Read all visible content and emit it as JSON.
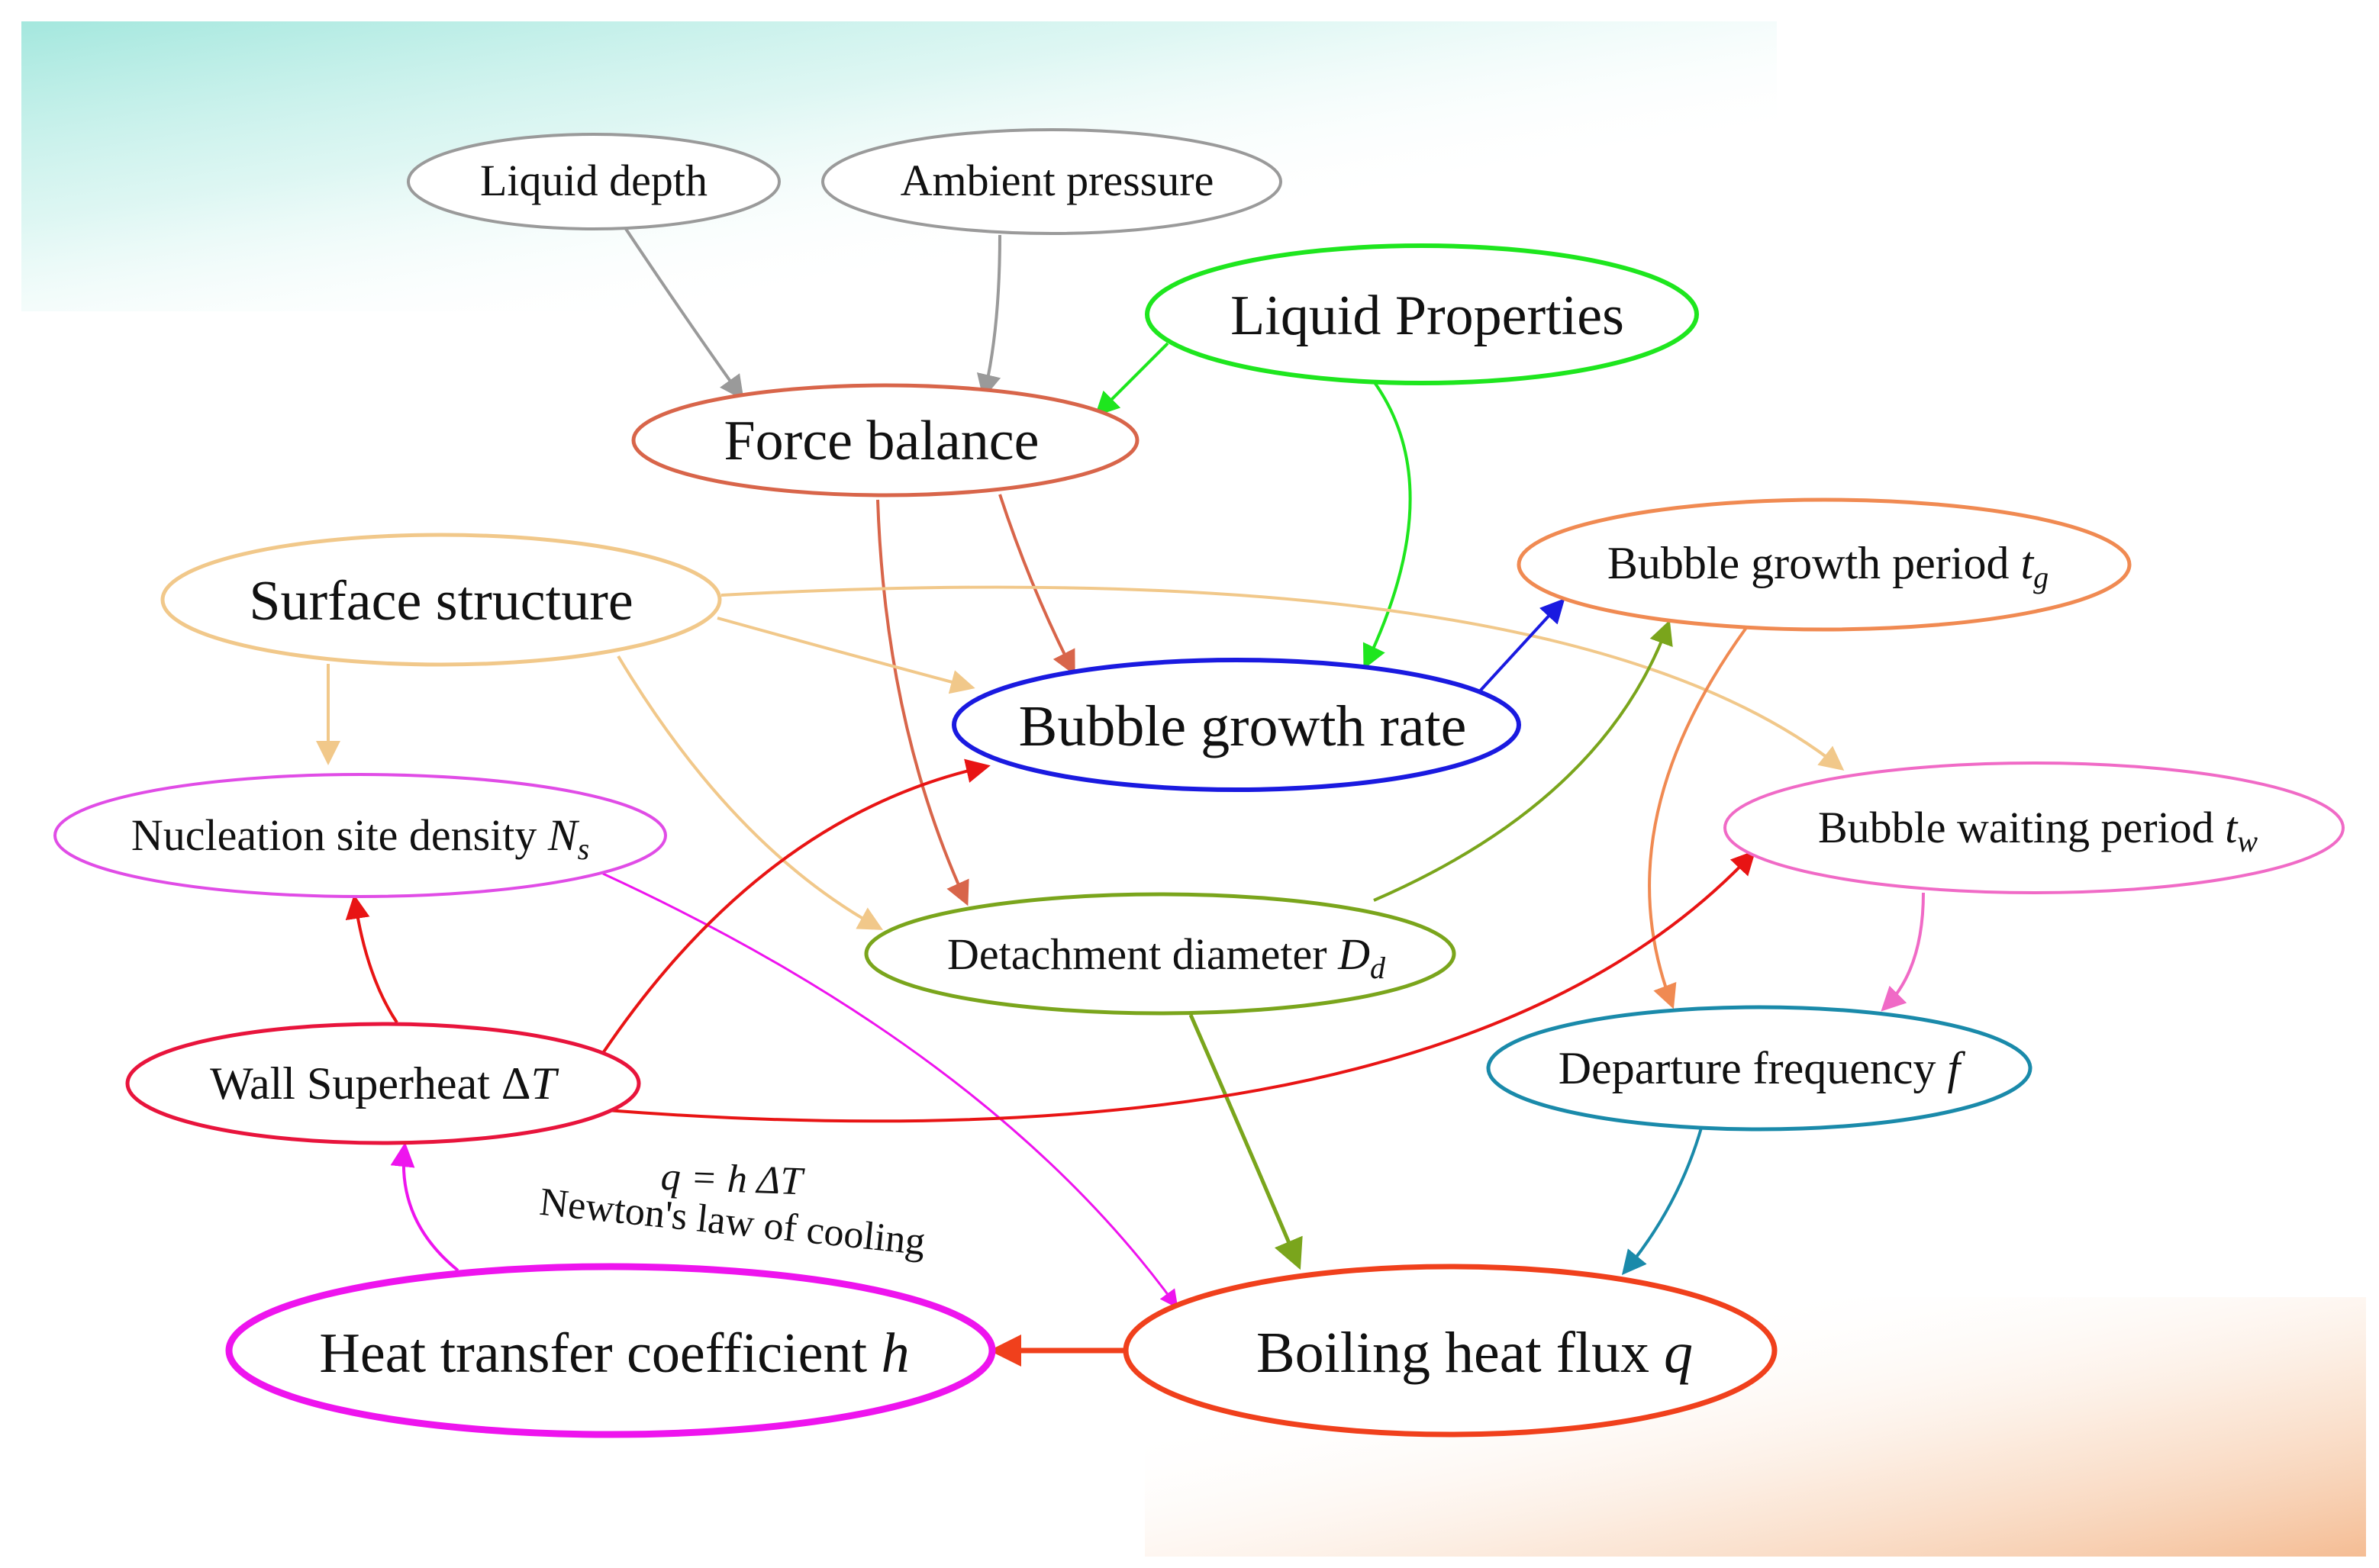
{
  "nodes": {
    "liquid_depth": {
      "label": "Liquid depth",
      "color": "#9a9a9a"
    },
    "ambient_pressure": {
      "label": "Ambient pressure",
      "color": "#9a9a9a"
    },
    "liquid_properties": {
      "label": "Liquid Properties",
      "color": "#1ee61e"
    },
    "force_balance": {
      "label": "Force balance",
      "color": "#d8654a"
    },
    "surface_structure": {
      "label": "Surface structure",
      "color": "#f1c88a"
    },
    "bubble_growth_rate": {
      "label": "Bubble growth rate",
      "color": "#1a1ae0"
    },
    "bubble_growth_period": {
      "label": "Bubble growth period ",
      "var": "t",
      "sub": "g",
      "color": "#f08a52"
    },
    "nucleation_site_density": {
      "label": "Nucleation site density ",
      "var": "N",
      "sub": "s",
      "color": "#e04ce6"
    },
    "bubble_waiting_period": {
      "label": "Bubble waiting period ",
      "var": "t",
      "sub": "w",
      "color": "#f06ac6"
    },
    "detachment_diameter": {
      "label": "Detachment diameter ",
      "var": "D",
      "sub": "d",
      "color": "#7aa51c"
    },
    "wall_superheat": {
      "label": "Wall Superheat Δ",
      "var": "T",
      "color": "#e8143c"
    },
    "departure_frequency": {
      "label": "Departure frequency ",
      "var": "f",
      "color": "#1a8aaa"
    },
    "heat_transfer_coefficient": {
      "label": "Heat transfer coefficient ",
      "var": "h",
      "color": "#ee14ee"
    },
    "boiling_heat_flux": {
      "label": "Boiling heat flux ",
      "var": "q",
      "color": "#f0401c"
    }
  },
  "annotation": {
    "equation": "q = h ΔT",
    "law": "Newton's law of cooling"
  },
  "background": {
    "top_tint": "#aee8e0",
    "bottom_tint": "#f6c9a6"
  }
}
